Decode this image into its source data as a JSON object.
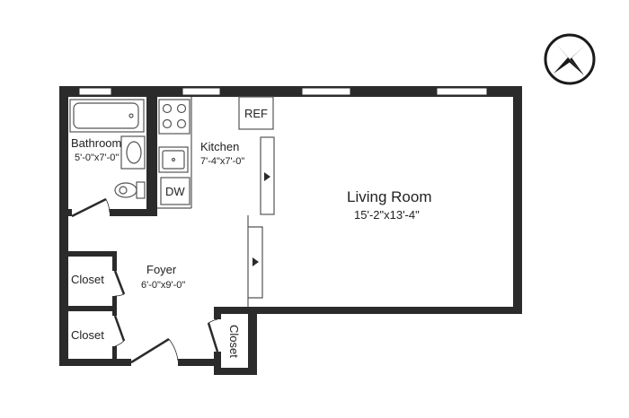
{
  "rooms": {
    "living": {
      "name": "Living Room",
      "dims": "15'-2\"x13'-4\""
    },
    "kitchen": {
      "name": "Kitchen",
      "dims": "7'-4\"x7'-0\""
    },
    "bathroom": {
      "name": "Bathroom",
      "dims": "5'-0\"x7'-0\""
    },
    "foyer": {
      "name": "Foyer",
      "dims": "6'-0\"x9'-0\""
    },
    "closet_upper": {
      "name": "Closet"
    },
    "closet_lower": {
      "name": "Closet"
    },
    "closet_side": {
      "name": "Closet"
    }
  },
  "fixtures": {
    "refrigerator": "REF",
    "dishwasher": "DW"
  },
  "icons": {
    "compass": "compass-rose-icon"
  },
  "colors": {
    "wall": "#2b2b2b",
    "window": "#ffffff",
    "fixture_line": "#555555",
    "background": "#ffffff"
  }
}
